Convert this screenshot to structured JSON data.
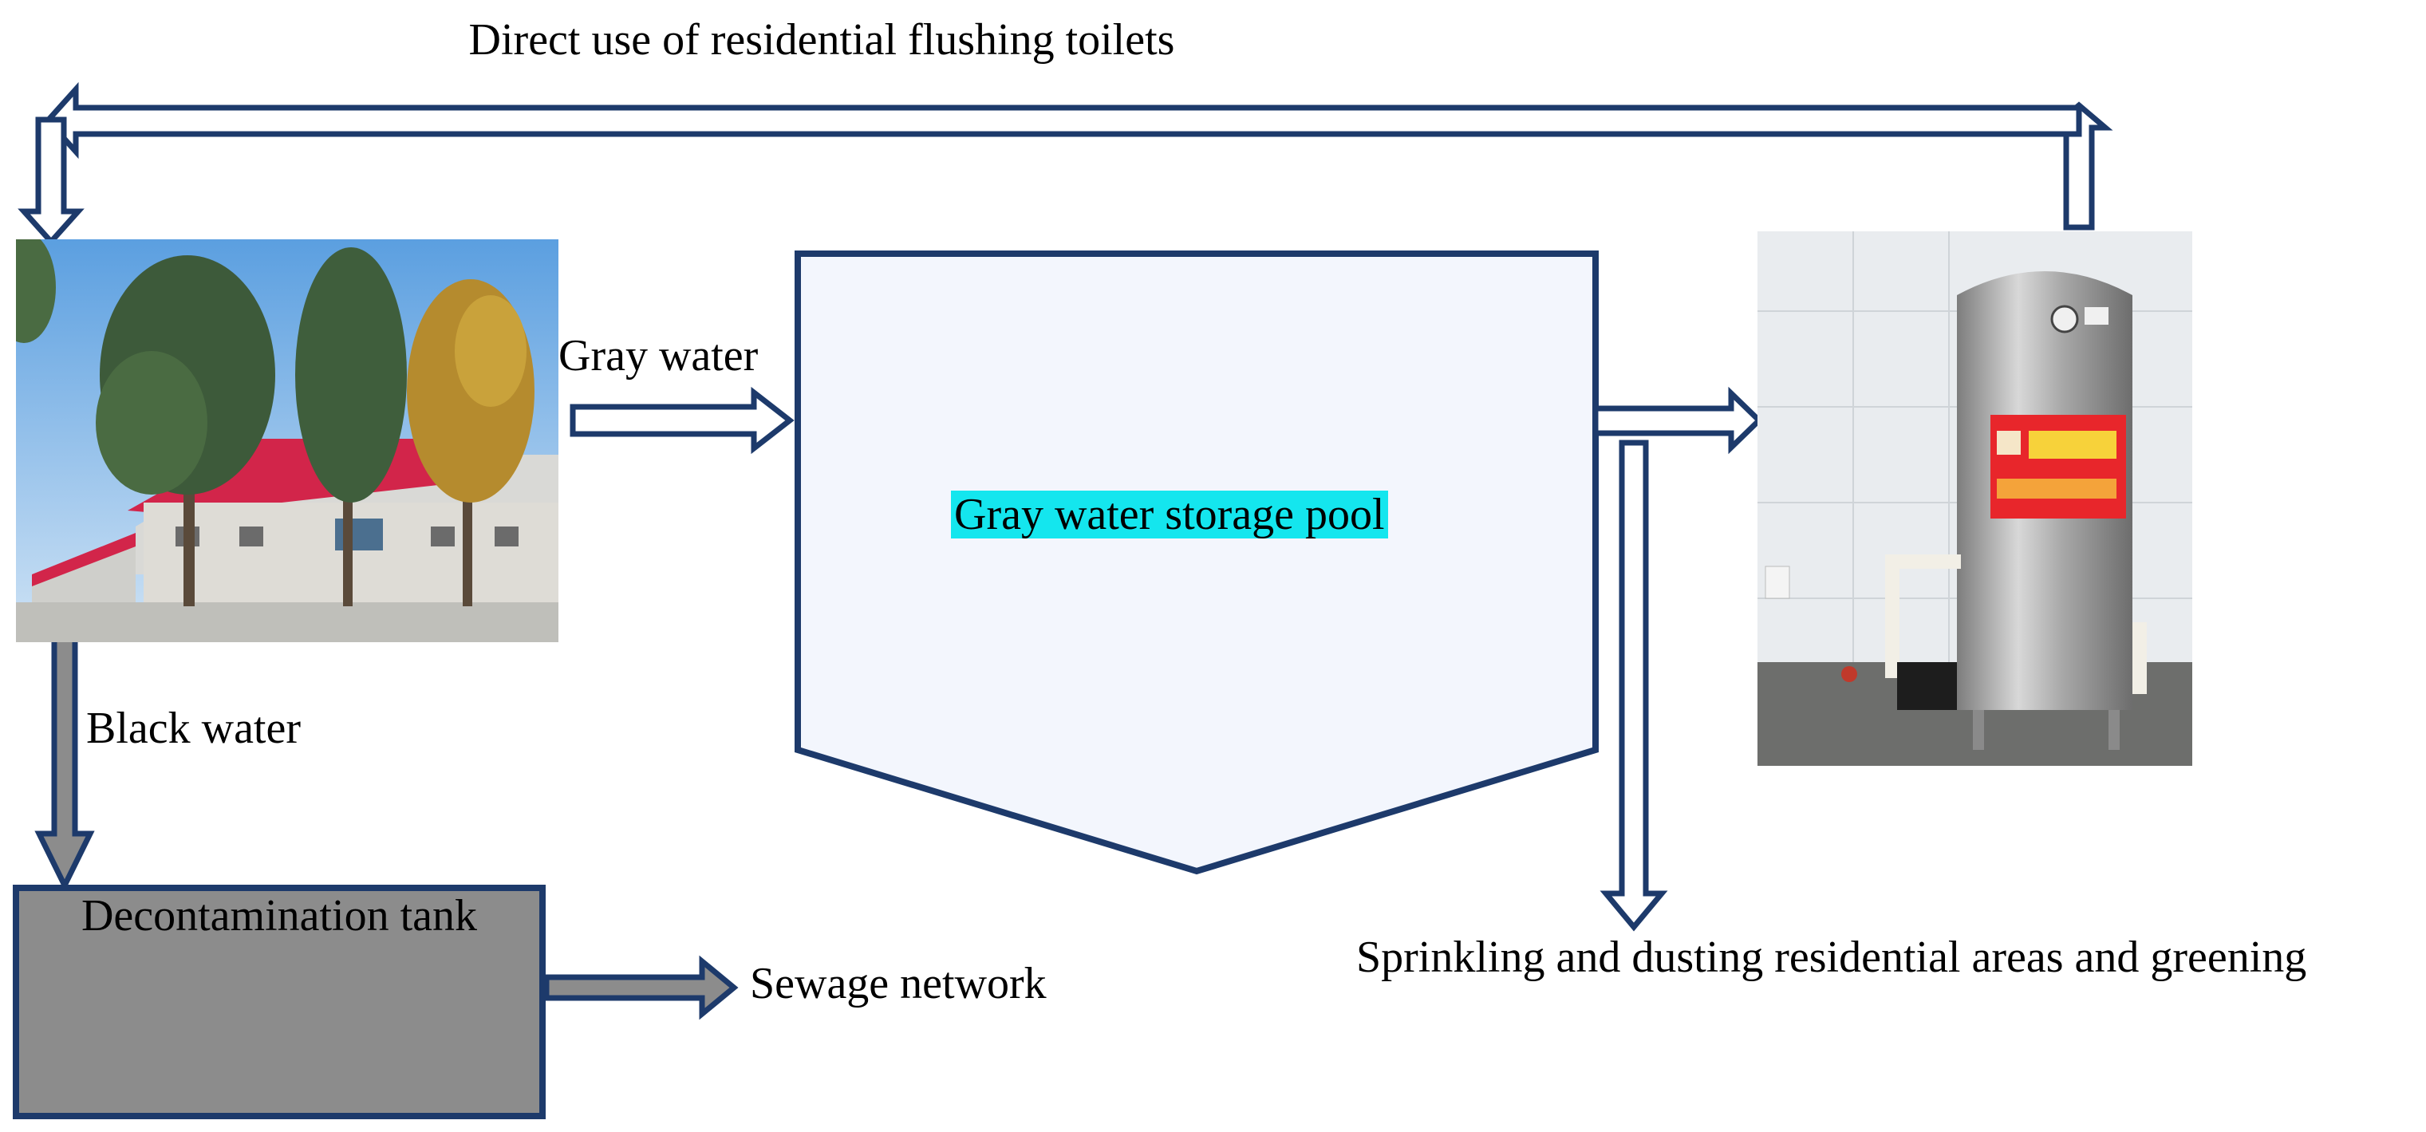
{
  "labels": {
    "top_flow": "Direct use of residential flushing toilets",
    "gray_water": "Gray water",
    "black_water": "Black water",
    "storage_pool": "Gray water storage pool",
    "decon_tank": "Decontamination tank",
    "sewage": "Sewage network",
    "sprinkling": "Sprinkling and dusting residential areas and greening"
  },
  "photos": {
    "village": "residential-buildings-photo",
    "pressure_tank": "pressure-water-tank-photo"
  },
  "colors": {
    "arrow_stroke": "#1d3a6b",
    "arrow_fill": "#ffffff",
    "black_arrow_fill": "#8c8c8c",
    "pool_fill": "#f3f6fd",
    "pool_stroke": "#1d3a6b",
    "tank_box_fill": "#8c8c8c",
    "pool_label_bg": "#14e6ee"
  }
}
